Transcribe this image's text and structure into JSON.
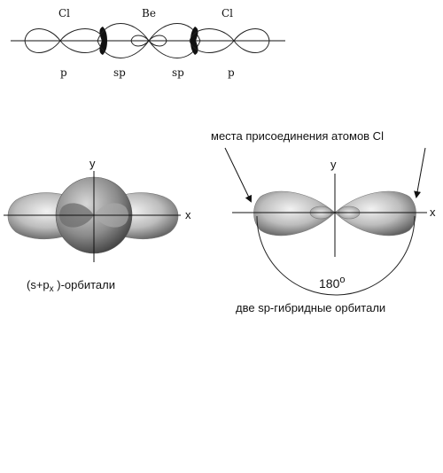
{
  "top_diagram": {
    "atom_left": "Cl",
    "atom_center": "Be",
    "atom_right": "Cl",
    "orbital_labels": [
      "p",
      "sp",
      "sp",
      "p"
    ]
  },
  "left_model": {
    "axis_y": "y",
    "axis_x": "x",
    "caption_main": "(s+p",
    "caption_sub": "x",
    "caption_rest": " )-орбитали"
  },
  "right_model": {
    "title": "места присоединения атомов Cl",
    "axis_y": "y",
    "axis_x": "x",
    "angle_value": "180",
    "angle_unit": "о",
    "caption": "две sp-гибридные орбитали"
  }
}
